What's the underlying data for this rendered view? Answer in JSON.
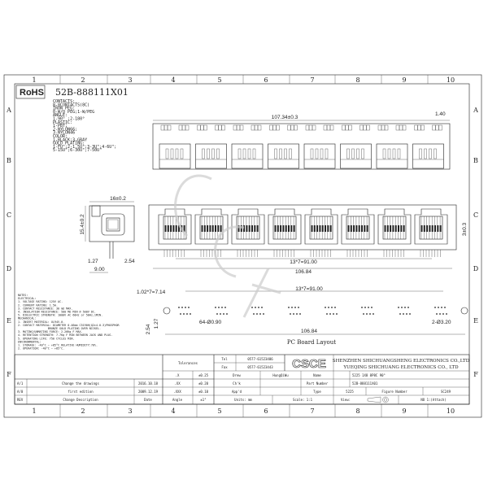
{
  "frame": {
    "columns": [
      "1",
      "2",
      "3",
      "4",
      "5",
      "6",
      "7",
      "8",
      "9",
      "10"
    ],
    "rows": [
      "A",
      "B",
      "C",
      "D",
      "E",
      "F"
    ]
  },
  "part_code": {
    "rohs": "RoHS",
    "number": "52B-888111X01",
    "lines": [
      "CONTACTS:",
      "8-8CONTACTS(8C)",
      "IRON PEG:",
      "0-W/O PEG;1-W/PEG",
      "ANGLE:",
      "1-90° ;2-180°",
      "PLASTIC:",
      "1-PBT;",
      "2-NYLON66;",
      "3-NYLON46",
      "COLOR:",
      "1-BLACK;3-GRAY",
      "GOLD PLATING:",
      "1-FU\";2-1.5U\";3-3U\";4-6U\";",
      "5-15U\";6-30U\";7-50U\""
    ]
  },
  "dimensions": {
    "top_length": "107.34±0.3",
    "top_offset": "1.40",
    "side_width": "16±0.2",
    "side_height": "15.4±0.2",
    "side_pin": "1.27",
    "side_pitch": "2.54",
    "side_depth": "9.00",
    "front_pitch": "13*7=91.00",
    "front_length": "106.84",
    "front_height": "3±0.3",
    "pcb_pin_pitch": "1.02*7=7.14",
    "pcb_pitch": "13*7=91.00",
    "pcb_holes": "64-Ø0.90",
    "pcb_peg": "2-Ø3.20",
    "pcb_length": "106.84",
    "pcb_row1": "2.54",
    "pcb_row2": "1.27",
    "pcb_title": "PC Board Layout"
  },
  "notes": [
    "NOTES:",
    "ELECTRICAL:",
    "1. VOLTAGE RATING: 125V AC.",
    "2. CURRENT RATING: 1.5A.",
    "3. CONTACT RESISTANCE: 30 mΩ MAX.",
    "4. INSULATION RESISTANCE: 500 MΩ MIN @ 500V DC.",
    "5. DIELECTRIC STRENGTH: 1000V AC 60Hz or 50Hz,1MIN.",
    "MECHANICAL:",
    "1. INSERT MATERIAL: UL94V-0.",
    "2. CONTACT MATERIAL: DIAMETER 0.46mm C5190H(Q2c4-0.3)PHOSPHOR",
    "                  BRONZE GOLD PLATING OVER NICKEL.",
    "3. MATING/UNMATING FORCE: 2.26Kg F MAX.",
    "4. RETENTION STRENGTH: 7.7Kg F MIN BETWEEN JACK AND PLUG.",
    "5. OPERATING LIFE: 750 CYCLES MIN.",
    "ENVIRONMENTAL:",
    "1. STORAGE: -40°C ~ +85°C RELATIVE HUMIDITY:70%.",
    "2. OPERATION: -40°C ~ +85°C."
  ],
  "revisions": [
    {
      "rev": "A/1",
      "desc": "Change the drawings",
      "date": "2016.10.18"
    },
    {
      "rev": "A/0",
      "desc": "first edition",
      "date": "2009.12.19"
    },
    {
      "rev": "REV",
      "desc": "Change Description",
      "date": "Date"
    }
  ],
  "tolerances": {
    "label": "Tolerances",
    "rows": [
      {
        "k": ".X",
        "v": "±0.25"
      },
      {
        "k": ".XX",
        "v": "±0.20"
      },
      {
        "k": ".XXX",
        "v": "±0.10"
      },
      {
        "k": "Angle",
        "v": "±1°"
      }
    ]
  },
  "contact": {
    "tel_label": "Tel",
    "tel": "0577-61523486",
    "fax_label": "Fax",
    "fax": "0577-61523443"
  },
  "company": {
    "logo": "CSCE",
    "line1": "SHENZHEN SHICHUANGSHENG ELECTRONICS CO.,LTD",
    "line2": "YUEQING SHICHUANG ELECTRONICS CO., LTD"
  },
  "signoff": {
    "drew": "Drew",
    "drew_name": "HungQiWu",
    "chk": "Ch'k",
    "app": "App'd"
  },
  "info": {
    "name_label": "Name",
    "name": "5225 1X8 8P8C 90°",
    "part_label": "Part Number",
    "part": "52B-888111X01",
    "type_label": "Type",
    "type": "5225",
    "figure_label": "Figure Number",
    "figure": "SC249",
    "units": "Units: mm",
    "scale": "Scale: 1:1",
    "view": "View:",
    "sheet": "NO 1:(Attach)"
  }
}
